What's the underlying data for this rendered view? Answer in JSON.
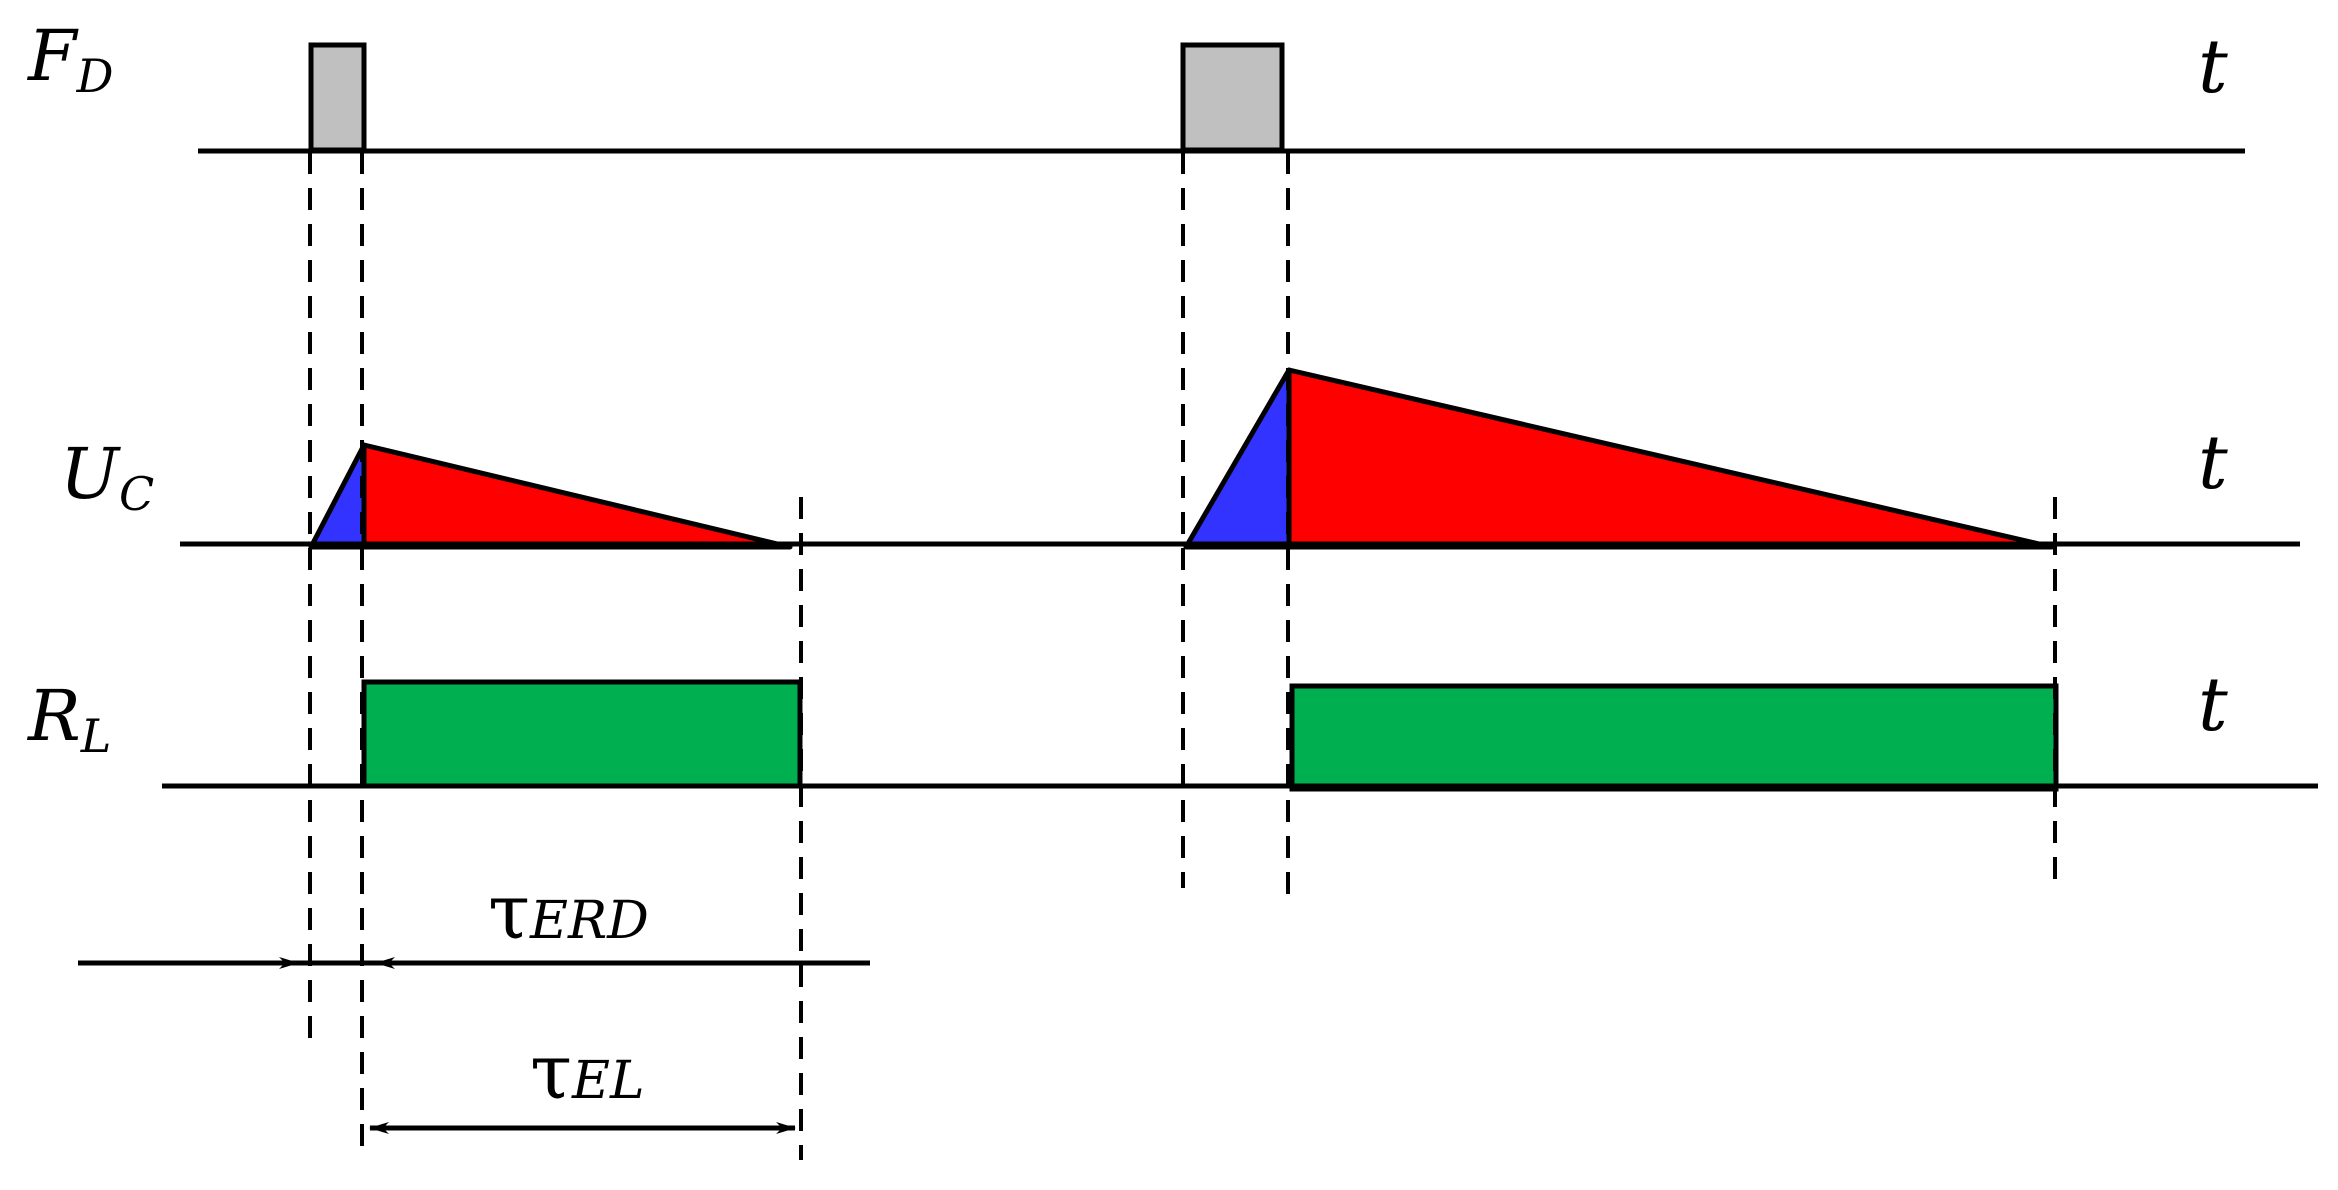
{
  "colors": {
    "pulse": "#c0c0c0",
    "rise": "#3333ff",
    "decay": "#ff0000",
    "output": "#00b050",
    "line": "#000000"
  },
  "labels": {
    "fd": {
      "main": "F",
      "sub": "D"
    },
    "uc": {
      "main": "U",
      "sub": "C"
    },
    "rl": {
      "main": "R",
      "sub": "L"
    },
    "time_fd": "t",
    "time_uc": "t",
    "time_rl": "t"
  },
  "intervals": {
    "erd": {
      "symbol": "τ",
      "sub": "ERD"
    },
    "el": {
      "symbol": "τ",
      "sub": "EL"
    }
  }
}
